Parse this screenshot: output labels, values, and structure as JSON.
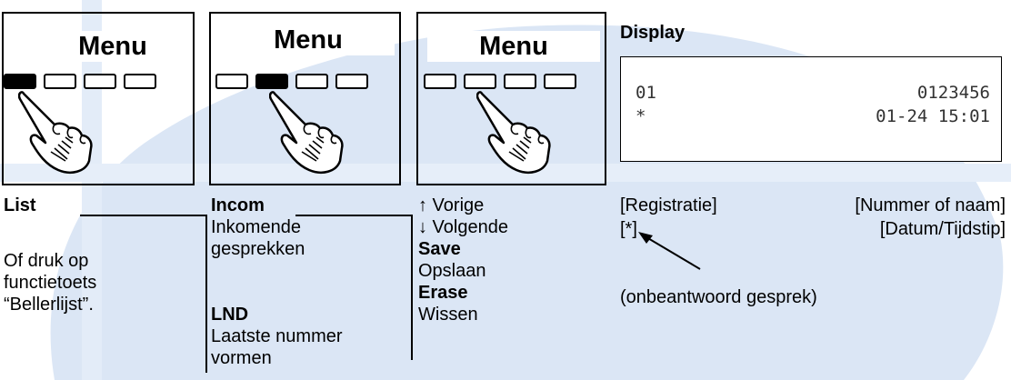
{
  "panels": [
    {
      "title": "Menu",
      "active_key": 0
    },
    {
      "title": "Menu",
      "active_key": 1
    },
    {
      "title": "Menu",
      "active_key": -1
    }
  ],
  "col1": {
    "heading": "List",
    "line1": "Of druk op",
    "line2": "functietoets",
    "line3": "“Bellerlijst”."
  },
  "col2": {
    "heading1": "Incom",
    "line1": "Inkomende",
    "line2": "gesprekken",
    "heading2": "LND",
    "line3": "Laatste nummer",
    "line4": "vormen"
  },
  "col3": {
    "prev": "↑ Vorige",
    "next": "↓ Volgende",
    "save": "Save",
    "save_desc": "Opslaan",
    "erase": "Erase",
    "erase_desc": "Wissen"
  },
  "display": {
    "title": "Display",
    "row1_left": "01",
    "row1_right": "0123456",
    "row2_left": "*",
    "row2_right": "01-24 15:01"
  },
  "legend": {
    "registratie": "[Registratie]",
    "nummer": "[Nummer of naam]",
    "star": "[*]",
    "datum": "[Datum/Tijdstip]",
    "note": "(onbeantwoord gesprek)"
  },
  "icons": {
    "hand": "pointing-hand-icon",
    "arrow": "arrow-icon"
  },
  "colors": {
    "background_shape": "#c9d9ef",
    "line": "#000000"
  }
}
